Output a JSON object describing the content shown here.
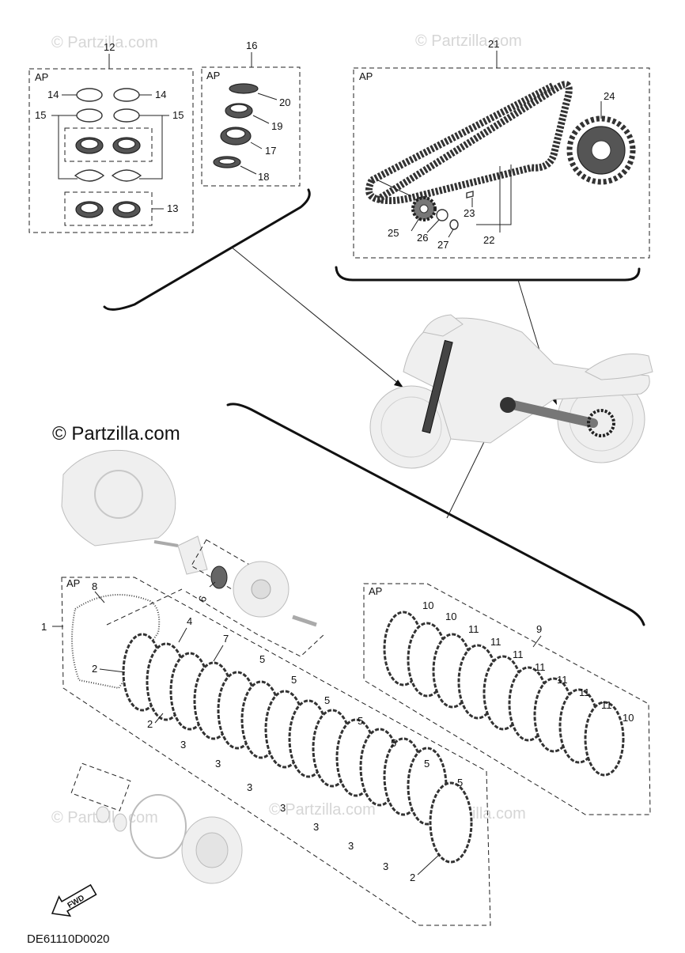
{
  "watermarks": {
    "top_left": "© Partzilla.com",
    "top_right": "© Partzilla.com",
    "middle": "© Partzilla.com",
    "bottom_left": "© Partzilla.com",
    "bottom_center": "© Partzilla.com",
    "bottom_right": "© Partzilla.com"
  },
  "group_label": "AP",
  "fwd_label": "FWD",
  "diagram_code": "DE61110D0020",
  "callouts": [
    "1",
    "2",
    "3",
    "4",
    "5",
    "6",
    "7",
    "8",
    "9",
    "10",
    "11",
    "12",
    "13",
    "14",
    "15",
    "16",
    "17",
    "18",
    "19",
    "20",
    "21",
    "22",
    "23",
    "24",
    "25",
    "26",
    "27"
  ]
}
